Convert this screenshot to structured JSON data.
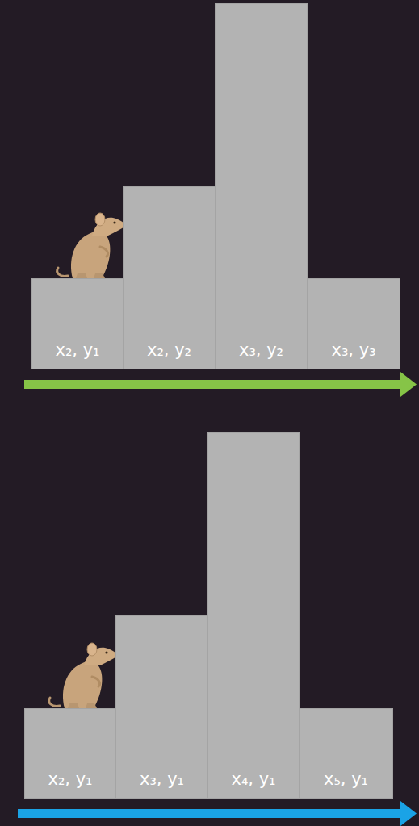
{
  "diagram": {
    "nodes": [
      {
        "text": [
          "x₂, y₁"
        ]
      },
      {
        "text": [
          "x₂, y₂"
        ]
      },
      {
        "text": [
          "x₃, y₂"
        ]
      },
      {
        "text": [
          "x₃, y₃"
        ]
      },
      {
        "text": [
          "x₂, y₁"
        ]
      },
      {
        "text": [
          "x₃, y₁"
        ]
      },
      {
        "text": [
          "x₄, y₁"
        ]
      },
      {
        "text": [
          "x₅, y₁"
        ]
      }
    ]
  }
}
